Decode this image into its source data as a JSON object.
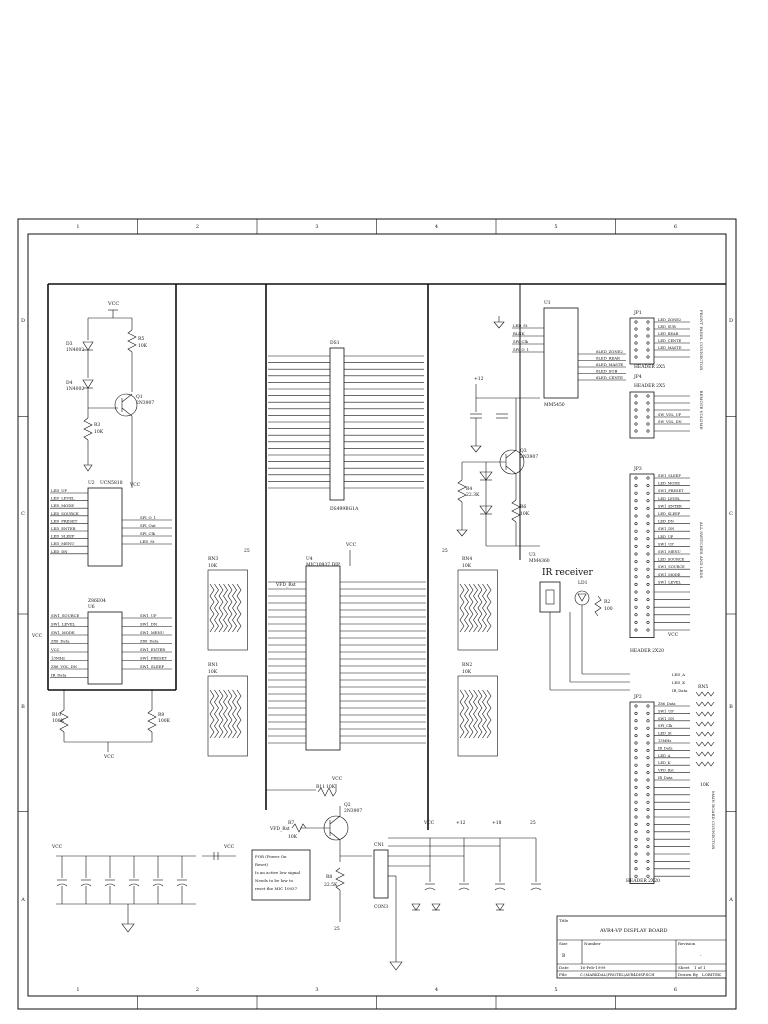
{
  "border": {
    "columns": [
      "1",
      "2",
      "3",
      "4",
      "5",
      "6"
    ],
    "rows": [
      "D",
      "C",
      "B",
      "A"
    ]
  },
  "components": {
    "d3": {
      "ref": "D3",
      "value": "1N4002"
    },
    "d4": {
      "ref": "D4",
      "value": "1N4002"
    },
    "r3": {
      "ref": "R3",
      "value": "10K"
    },
    "r5": {
      "ref": "R5",
      "value": "10K"
    },
    "q1": {
      "ref": "Q1",
      "value": "2N3907"
    },
    "u2": {
      "ref": "U2",
      "value": "UCN5818"
    },
    "u6": {
      "ref": "U6",
      "value": "Z86E04"
    },
    "u4": {
      "ref": "U4",
      "value": "MIC10937 DIP"
    },
    "u1": {
      "ref": "U1",
      "value": "MM5450"
    },
    "ds1": {
      "ref": "DS1",
      "value": "DS499BG1A"
    },
    "rn1": {
      "ref": "RN1",
      "value": "10K"
    },
    "rn3": {
      "ref": "RN3",
      "value": "10K"
    },
    "rn2": {
      "ref": "RN2",
      "value": "10K"
    },
    "rn4": {
      "ref": "RN4",
      "value": "10K"
    },
    "rn5": {
      "ref": "RN5",
      "value": "10K"
    },
    "r10": {
      "ref": "R10",
      "value": "100K"
    },
    "r9": {
      "ref": "R9",
      "value": "100K"
    },
    "q3": {
      "ref": "Q3",
      "value": "2N3907"
    },
    "r4": {
      "ref": "R4",
      "value": "22.3K"
    },
    "r6": {
      "ref": "R6",
      "value": "10K"
    },
    "q2": {
      "ref": "Q2",
      "value": "2N3907"
    },
    "r11": {
      "ref": "R11",
      "value": "10K"
    },
    "r7": {
      "ref": "R7",
      "value": "10K"
    },
    "r8": {
      "ref": "R8",
      "value": "22.5K"
    },
    "cn1": {
      "ref": "CN1",
      "value": "CON3"
    },
    "u3": {
      "ref": "U3",
      "value": "MM4360"
    },
    "ld1": {
      "ref": "LD1"
    },
    "r2": {
      "ref": "R2",
      "value": "100"
    },
    "jp1": {
      "ref": "JP1",
      "value": "HEADER 2X5"
    },
    "jp4": {
      "ref": "JP4",
      "value": "HEADER 2X5"
    },
    "jp3": {
      "ref": "JP3",
      "value": "HEADER 2X20"
    },
    "jp2": {
      "ref": "JP2",
      "value": "HEADER 2X20"
    }
  },
  "labels": {
    "vcc": "VCC",
    "ir_receiver": "IR receiver",
    "por_note": [
      "POR (Power On",
      "Reset)",
      "Is an active low signal",
      "Needs to be low to",
      "reset the MIC 10937"
    ],
    "v12": "+12",
    "v18": "+18",
    "v25": "25"
  },
  "nets": {
    "u2_left": [
      "LED_UP",
      "LED_LEVEL",
      "LED_MODE",
      "LED_SOURCE",
      "LED_PRESET",
      "LED_ENTER",
      "LED_SLEEP",
      "LED_MENU",
      "LED_DN"
    ],
    "u2_right": [
      "SPI_O_1",
      "SPI_Out",
      "SPI_Clk",
      "LED_St"
    ],
    "u6_left": [
      "SW1_SOURCE",
      "SW1_LEVEL",
      "SW1_MODE",
      "Z86_Data",
      "VCC",
      "13MHz",
      "Z86_VOL_DN",
      "IR_Data"
    ],
    "u6_right": [
      "SW1_UP",
      "SW1_DN",
      "SW1_MENU",
      "Z86_Data",
      "SW1_ENTER",
      "SW1_PRESET",
      "SW1_SLEEP"
    ],
    "u1_left": [
      "LED_St",
      "BLNK",
      "SPI_Clk",
      "SPI_O_1"
    ],
    "u1_right": [
      "6LED_ZONE2",
      "6LED_REAR",
      "6LED_MASTE",
      "6LED_SUB",
      "6LED_CENTE"
    ],
    "jp1_nets": [
      "LED_ZONE2",
      "LED_SUB",
      "LED_REAR",
      "LED_CENTE",
      "LED_MASTE"
    ],
    "jp4_nets": [
      "SW_VOL_UP",
      "SW_VOL_DN"
    ],
    "jp3_nets": [
      "SW1_SLEEP",
      "LED_MODE",
      "SW1_PRESET",
      "LED_LEVEL",
      "SW1_ENTER",
      "LED_SLEEP",
      "LED_DN",
      "SW1_DN",
      "LED_UP",
      "SW1_UP",
      "SW1_MENU",
      "LED_SOURCE",
      "SW1_SOURCE",
      "SW1_MODE",
      "SW1_LEVEL"
    ],
    "jp2_nets": [
      "Z86_Data",
      "SW1_UP",
      "SW1_DN",
      "SPI_Clk",
      "LED_St",
      "13MHz",
      "IR_Data",
      "LED_A",
      "LED_K",
      "VFD_Rst",
      "IR_Data"
    ],
    "ir_nets": [
      "LED_A",
      "LED_K",
      "IR_Data"
    ],
    "vfd_rst": "VFD_Rst",
    "jp_side_notes": [
      "FRONT PANEL CONNECTOR",
      "REMOTE VOLUME",
      "ALL SWITCHES AND LEDS",
      "MAIN BOARD CONNECTOR"
    ]
  },
  "title_block": {
    "title_label": "Title",
    "title": "AVR4-VP DISPLAY BOARD",
    "size_label": "Size",
    "size": "B",
    "number_label": "Number",
    "revision_label": "Revision",
    "revision": "-",
    "date_label": "Date",
    "date": "16-Feb-1999",
    "sheet_label": "Sheet",
    "sheet": "1 of 1",
    "file_label": "File",
    "file": "C:\\MARKDAL\\FROTEL\\AVR4DISP.SCH",
    "drawn_label": "Drawn By",
    "drawn_by": "LOBITEK"
  }
}
